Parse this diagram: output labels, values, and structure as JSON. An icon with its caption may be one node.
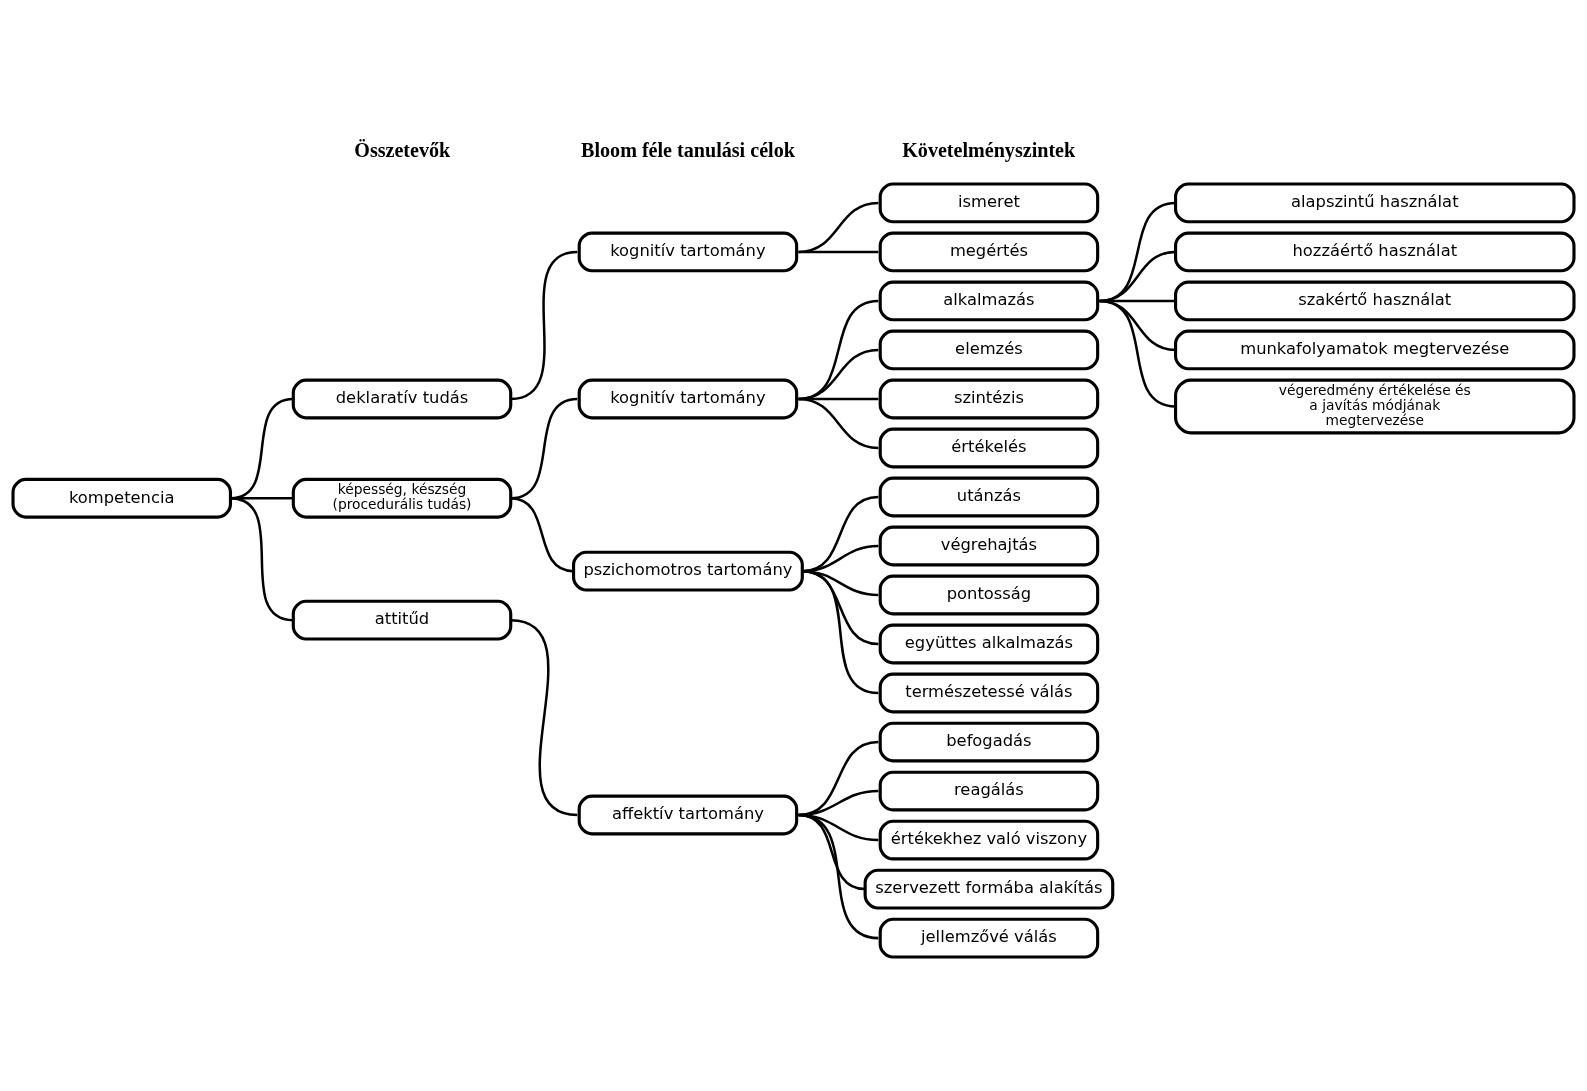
{
  "diagram": {
    "nodes": [
      {
        "text": [
          "kompetencia"
        ]
      },
      {
        "text": [
          "deklaratív tudás"
        ]
      },
      {
        "text": [
          "képesség, készség (procedurális tudás)"
        ]
      },
      {
        "text": [
          "attitűd"
        ]
      },
      {
        "text": [
          "kognitív tartomány"
        ]
      },
      {
        "text": [
          "kognitív tartomány"
        ]
      },
      {
        "text": [
          "pszichomotros tartomány"
        ]
      },
      {
        "text": [
          "affektív tartomány"
        ]
      },
      {
        "text": [
          "ismeret"
        ]
      },
      {
        "text": [
          "megértés"
        ]
      },
      {
        "text": [
          "alkalmazás"
        ]
      },
      {
        "text": [
          "elemzés"
        ]
      },
      {
        "text": [
          "szintézis"
        ]
      },
      {
        "text": [
          "értékelés"
        ]
      },
      {
        "text": [
          "utánzás"
        ]
      },
      {
        "text": [
          "végrehajtás"
        ]
      },
      {
        "text": [
          "pontosság"
        ]
      },
      {
        "text": [
          "együttes alkalmazás"
        ]
      },
      {
        "text": [
          "természetessé válás"
        ]
      },
      {
        "text": [
          "befogadás"
        ]
      },
      {
        "text": [
          "reagálás"
        ]
      },
      {
        "text": [
          "értékekhez való viszony"
        ]
      },
      {
        "text": [
          "szervezett formába alakítás"
        ]
      },
      {
        "text": [
          "jellemzővé válás"
        ]
      },
      {
        "text": [
          "alapszintű használat"
        ]
      },
      {
        "text": [
          "hozzáértő használat"
        ]
      },
      {
        "text": [
          "szakértő használat"
        ]
      },
      {
        "text": [
          "munkafolyamatok megtervezése"
        ]
      },
      {
        "text": [
          "végeredmény értékelése és a javítás módjának megtervezése"
        ]
      }
    ],
    "edges": [
      {
        "from": 0,
        "to": 1,
        "arrow": "none"
      },
      {
        "from": 0,
        "to": 2,
        "arrow": "none"
      },
      {
        "from": 0,
        "to": 3,
        "arrow": "none"
      },
      {
        "from": 1,
        "to": 4,
        "arrow": "none"
      },
      {
        "from": 2,
        "to": 5,
        "arrow": "none"
      },
      {
        "from": 2,
        "to": 6,
        "arrow": "none"
      },
      {
        "from": 3,
        "to": 7,
        "arrow": "none"
      },
      {
        "from": 4,
        "to": 8,
        "arrow": "none"
      },
      {
        "from": 4,
        "to": 9,
        "arrow": "none"
      },
      {
        "from": 5,
        "to": 10,
        "arrow": "none"
      },
      {
        "from": 5,
        "to": 11,
        "arrow": "none"
      },
      {
        "from": 5,
        "to": 12,
        "arrow": "none"
      },
      {
        "from": 5,
        "to": 13,
        "arrow": "none"
      },
      {
        "from": 6,
        "to": 14,
        "arrow": "none"
      },
      {
        "from": 6,
        "to": 15,
        "arrow": "none"
      },
      {
        "from": 6,
        "to": 16,
        "arrow": "none"
      },
      {
        "from": 6,
        "to": 17,
        "arrow": "none"
      },
      {
        "from": 6,
        "to": 18,
        "arrow": "none"
      },
      {
        "from": 7,
        "to": 19,
        "arrow": "none"
      },
      {
        "from": 7,
        "to": 20,
        "arrow": "none"
      },
      {
        "from": 7,
        "to": 21,
        "arrow": "none"
      },
      {
        "from": 7,
        "to": 22,
        "arrow": "none"
      },
      {
        "from": 7,
        "to": 23,
        "arrow": "none"
      },
      {
        "from": 10,
        "to": 24,
        "arrow": "none"
      },
      {
        "from": 10,
        "to": 25,
        "arrow": "none"
      },
      {
        "from": 10,
        "to": 26,
        "arrow": "none"
      },
      {
        "from": 10,
        "to": 27,
        "arrow": "none"
      },
      {
        "from": 10,
        "to": 28,
        "arrow": "none"
      }
    ],
    "labels": [
      "Összetevők",
      "Bloom féle tanulási célok",
      "Követelményszintek"
    ]
  }
}
